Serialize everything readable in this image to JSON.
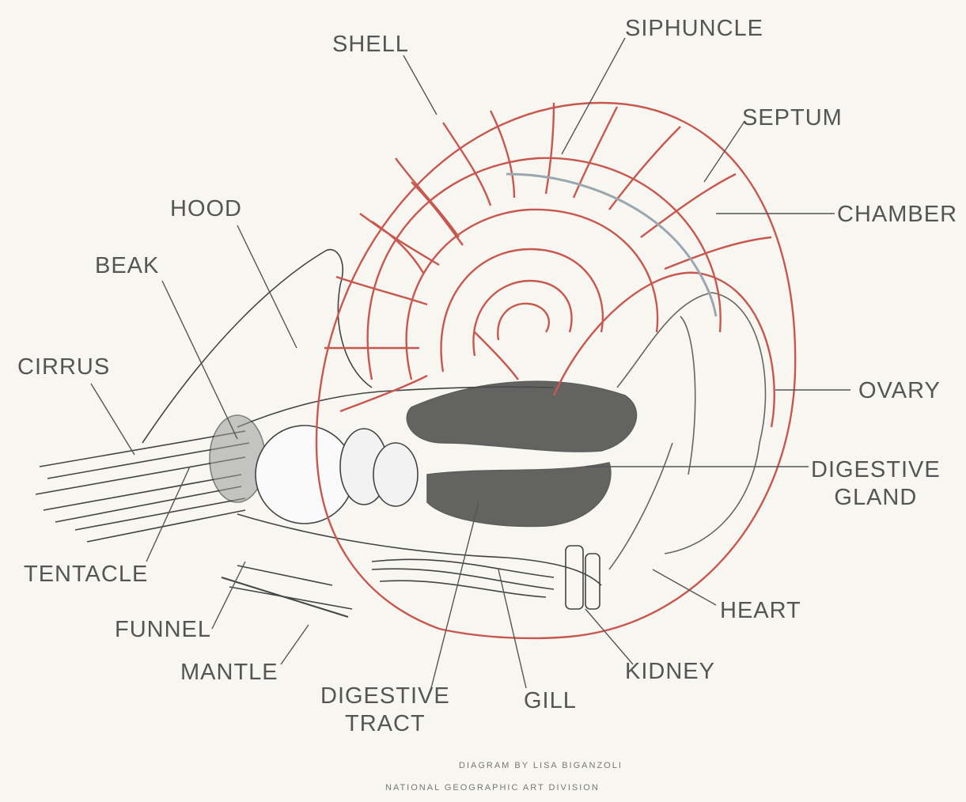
{
  "labels": {
    "shell": "SHELL",
    "siphuncle": "SIPHUNCLE",
    "septum": "SEPTUM",
    "chamber": "CHAMBER",
    "hood": "HOOD",
    "beak": "BEAK",
    "cirrus": "CIRRUS",
    "ovary": "OVARY",
    "digestive_gland_1": "DIGESTIVE",
    "digestive_gland_2": "GLAND",
    "tentacle": "TENTACLE",
    "funnel": "FUNNEL",
    "heart": "HEART",
    "mantle": "MANTLE",
    "kidney": "KIDNEY",
    "digestive_tract_1": "DIGESTIVE",
    "digestive_tract_2": "TRACT",
    "gill": "GILL"
  },
  "credit": {
    "line1": "DIAGRAM BY LISA BIGANZOLI",
    "line2": "NATIONAL GEOGRAPHIC ART DIVISION"
  },
  "colors": {
    "shell": "#c8574f",
    "ink": "#333333",
    "background": "#f7f6f0"
  }
}
